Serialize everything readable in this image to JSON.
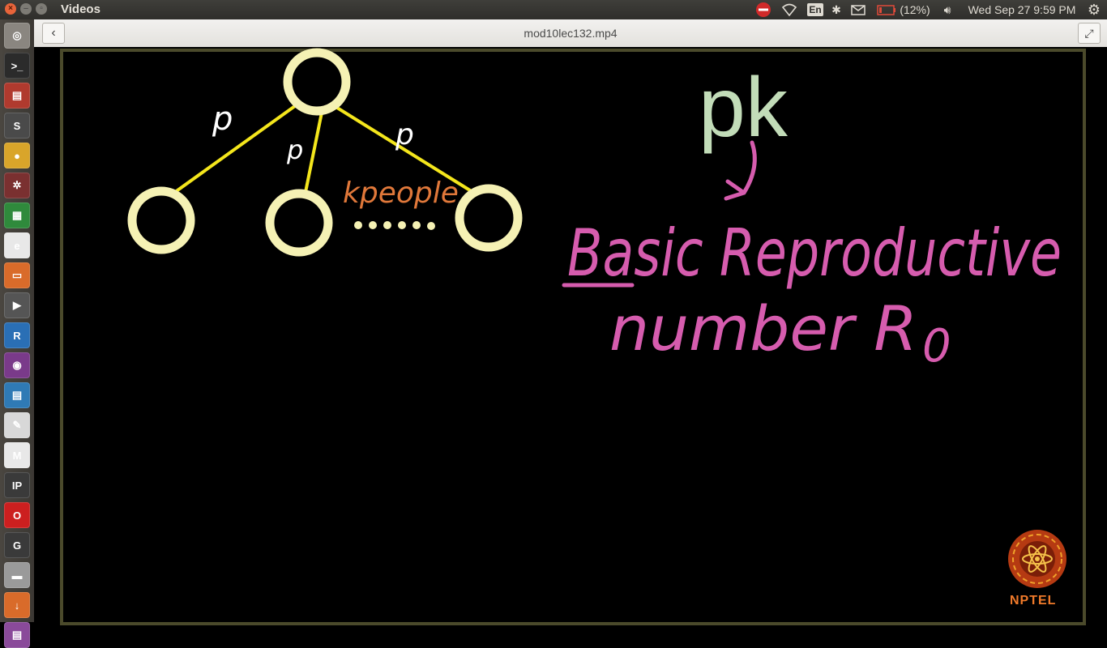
{
  "window": {
    "app_title": "Videos",
    "file_name": "mod10lec132.mp4"
  },
  "system_tray": {
    "keyboard_layout": "En",
    "battery": "(12%)",
    "datetime": "Wed Sep 27  9:59 PM"
  },
  "launcher": {
    "items": [
      {
        "name": "dash-home",
        "glyph": "◎",
        "color": "#8a8680"
      },
      {
        "name": "terminal",
        "glyph": ">_",
        "color": "#2b2b2b"
      },
      {
        "name": "files",
        "glyph": "▤",
        "color": "#b03a2e"
      },
      {
        "name": "sublime-text",
        "glyph": "S",
        "color": "#4a4a4a"
      },
      {
        "name": "chrome",
        "glyph": "●",
        "color": "#d9a52a"
      },
      {
        "name": "settings-tool",
        "glyph": "✲",
        "color": "#7a3030"
      },
      {
        "name": "spreadsheet",
        "glyph": "▦",
        "color": "#2f8a3c"
      },
      {
        "name": "reader",
        "glyph": "e",
        "color": "#e8e8e8"
      },
      {
        "name": "presentation",
        "glyph": "▭",
        "color": "#d96b2a"
      },
      {
        "name": "video-player",
        "glyph": "▶",
        "color": "#555555"
      },
      {
        "name": "r-language",
        "glyph": "R",
        "color": "#2a6fb5"
      },
      {
        "name": "media-app",
        "glyph": "◉",
        "color": "#7a3a8a"
      },
      {
        "name": "writer",
        "glyph": "▤",
        "color": "#2f7ab5"
      },
      {
        "name": "text-editor",
        "glyph": "✎",
        "color": "#d8d8d8"
      },
      {
        "name": "gmail",
        "glyph": "M",
        "color": "#e8e8e8"
      },
      {
        "name": "ipython",
        "glyph": "IP",
        "color": "#3a3a3a"
      },
      {
        "name": "opera",
        "glyph": "O",
        "color": "#cc1f1f"
      },
      {
        "name": "gephi",
        "glyph": "G",
        "color": "#3a3a3a"
      },
      {
        "name": "scanner",
        "glyph": "▬",
        "color": "#9a9a9a"
      },
      {
        "name": "install-app",
        "glyph": "↓",
        "color": "#d96b2a"
      },
      {
        "name": "software-app",
        "glyph": "▤",
        "color": "#8a4a9a"
      }
    ]
  },
  "board": {
    "edge_label_left": "p",
    "edge_label_middle": "p",
    "edge_label_right": "p",
    "k_people": "kpeople",
    "pk": "pk",
    "basic_reproductive": "Basic Reproductive",
    "number_r0": "number R",
    "r0_subscript": "0",
    "logo_text": "NPTEL"
  },
  "colors": {
    "node": "#f5f1b4",
    "edge": "#f4e61c",
    "pink": "#d65cae",
    "green": "#c2dcb8",
    "orange": "#e0783a",
    "nptel": "#f07a2a"
  }
}
